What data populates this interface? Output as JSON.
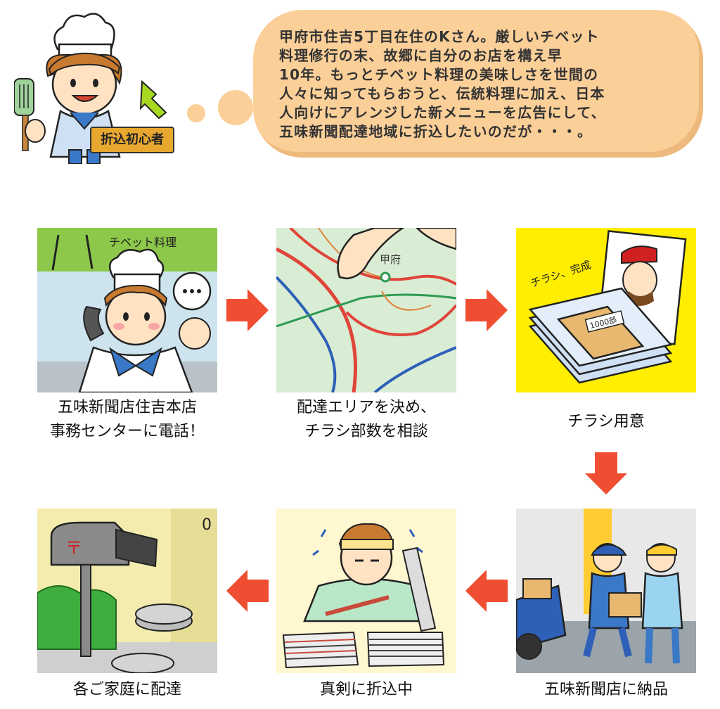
{
  "intro": {
    "badge": "折込初心者",
    "bubble_text": "甲府市住吉5丁目在住のKさん。厳しいチベット\n料理修行の末、故郷に自分のお店を構え早\n10年。もっとチベット料理の美味しさを世間の\n人々に知ってもらおうと、伝統料理に加え、日本\n人向けにアレンジした新メニューを広告にして、\n五味新聞配達地域に折込したいのだが・・・。"
  },
  "steps": [
    {
      "caption": "五味新聞店住吉本店\n事務センターに電話！",
      "sign": "チベット料理"
    },
    {
      "caption": "配達エリアを決め、\nチラシ部数を相談",
      "map_label": "甲府"
    },
    {
      "caption": "チラシ用意",
      "note": "チラシ、完成",
      "box_label": "1000部"
    },
    {
      "caption": "五味新聞店に納品"
    },
    {
      "caption": "真剣に折込中"
    },
    {
      "caption": "各ご家庭に配達",
      "wall_number": "0"
    }
  ],
  "colors": {
    "arrow": "#f04e33",
    "bubble": "#fbcf98",
    "yellow": "#ffee00"
  }
}
